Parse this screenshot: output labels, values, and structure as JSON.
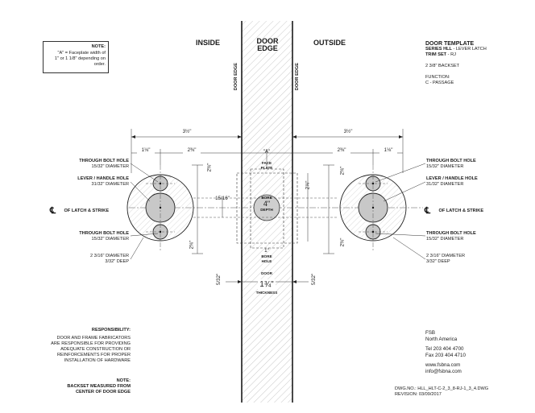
{
  "note_box": {
    "title": "NOTE:",
    "lines": [
      "\"A\" = Faceplate width of",
      "1\" or 1 1/8\" depending on",
      "order."
    ]
  },
  "headings": {
    "inside": "INSIDE",
    "door_edge_line1": "DOOR",
    "door_edge_line2": "EDGE",
    "outside": "OUTSIDE"
  },
  "door_edge_vertical": "DOOR EDGE",
  "template_info": {
    "title": "DOOR TEMPLATE",
    "series_label": "SERIES HLL",
    "series_value": " - LEVER LATCH",
    "trim_label": "TRIM SET",
    "trim_value": " - RJ",
    "backset": "2 3/8\" BACKSET",
    "function_label": "FUNCTION:",
    "function_value": "C - PASSAGE"
  },
  "dimensions": {
    "overall": "3½\"",
    "bolt_offset": "1⅛\"",
    "backset": "2⅜\"",
    "upper_vertical": "2⅜\"",
    "lower_vertical": "2⅜\"",
    "face_a": "\"A\"",
    "face_plate": "FACE PLATE",
    "bore_depth_value": "4\"",
    "bore_label": "BORE",
    "depth_label": "DEPTH",
    "bore_hole_value": "1\"",
    "bore_hole_label": "BORE HOLE",
    "latch_offset": "15/16\"",
    "latch_rise": "2⅞\"",
    "edge_offset": "5/32\"",
    "door_label": "DOOR",
    "thickness_value": "1¾\"",
    "thickness_label": "THICKNESS"
  },
  "left_labels": [
    {
      "title": "THROUGH BOLT HOLE",
      "sub": "15/32\" DIAMETER"
    },
    {
      "title": "LEVER / HANDLE HOLE",
      "sub": "31/32\" DIAMETER"
    },
    {
      "title": "OF LATCH & STRIKE",
      "sub": ""
    },
    {
      "title": "THROUGH BOLT HOLE",
      "sub": "15/32\" DIAMETER"
    },
    {
      "title": "2 3/16\" DIAMETER",
      "sub": "3/32\" DEEP"
    }
  ],
  "right_labels": [
    {
      "title": "THROUGH BOLT HOLE",
      "sub": "15/32\" DIAMETER"
    },
    {
      "title": "LEVER / HANDLE HOLE",
      "sub": "31/32\" DIAMETER"
    },
    {
      "title": "OF LATCH & STRIKE",
      "sub": ""
    },
    {
      "title": "THROUGH BOLT HOLE",
      "sub": "15/32\" DIAMETER"
    },
    {
      "title": "2 3/16\" DIAMETER",
      "sub": "3/32\" DEEP"
    }
  ],
  "centerline_symbol": "℄",
  "responsibility": {
    "title": "RESPONSIBILITY:",
    "lines": [
      "DOOR AND FRAME FABRICATORS",
      "ARE RESPONSIBLE FOR PROVIDING",
      "ADEQUATE CONSTRUCTION OR",
      "REINFORCEMENTS FOR PROPER",
      "INSTALLATION OF HARDWARE"
    ]
  },
  "note2": {
    "title": "NOTE:",
    "lines": [
      "BACKSET MEASURED FROM",
      "CENTER OF DOOR EDGE"
    ]
  },
  "company": {
    "name": "FSB",
    "region": "North America",
    "tel": "Tel 203 404 4700",
    "fax": "Fax 203 404 4710",
    "web": "www.fsbna.com",
    "email": "info@fsbna.com"
  },
  "drawing": {
    "dwg_no": "DWG.NO.: HLL_HLT-C-2_3_8-RJ-1_3_4.DWG",
    "revision": "REVISION: 03/09/2017"
  }
}
